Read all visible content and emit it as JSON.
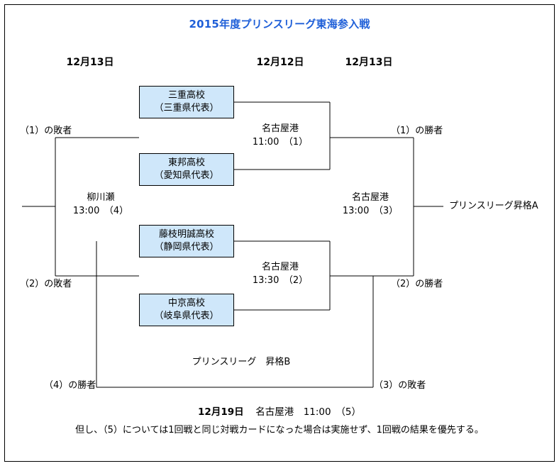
{
  "title": "2015年度プリンスリーグ東海参入戦",
  "title_color": "#1f5fd8",
  "box_fill_color": "#cfe7fa",
  "date_headers": [
    {
      "label": "12月13日"
    },
    {
      "label": "12月12日"
    },
    {
      "label": "12月13日"
    }
  ],
  "teams": [
    {
      "name": "三重高校",
      "region": "（三重県代表）"
    },
    {
      "name": "東邦高校",
      "region": "（愛知県代表）"
    },
    {
      "name": "藤枝明誠高校",
      "region": "（静岡県代表）"
    },
    {
      "name": "中京高校",
      "region": "（岐阜県代表）"
    }
  ],
  "matches": [
    {
      "venue": "名古屋港",
      "time": "11:00　（1）"
    },
    {
      "venue": "名古屋港",
      "time": "13:30　（2）"
    },
    {
      "venue": "名古屋港",
      "time": "13:00　（3）"
    },
    {
      "venue": "柳川瀬",
      "time": "13:00　（4）"
    }
  ],
  "edge_labels": {
    "loser_1": "（1）の敗者",
    "loser_2": "（2）の敗者",
    "winner_1": "（1）の勝者",
    "winner_2": "（2）の勝者",
    "winner_4": "（4）の勝者",
    "loser_3": "（3）の敗者"
  },
  "promotions": {
    "a": "プリンスリーグ昇格A",
    "b": "プリンスリーグ　昇格B"
  },
  "footer": {
    "date": "12月19日",
    "detail": "名古屋港　11:00　（5）",
    "note": "但し、（5）については1回戦と同じ対戦カードになった場合は実施せず、1回戦の結果を優先する。"
  }
}
